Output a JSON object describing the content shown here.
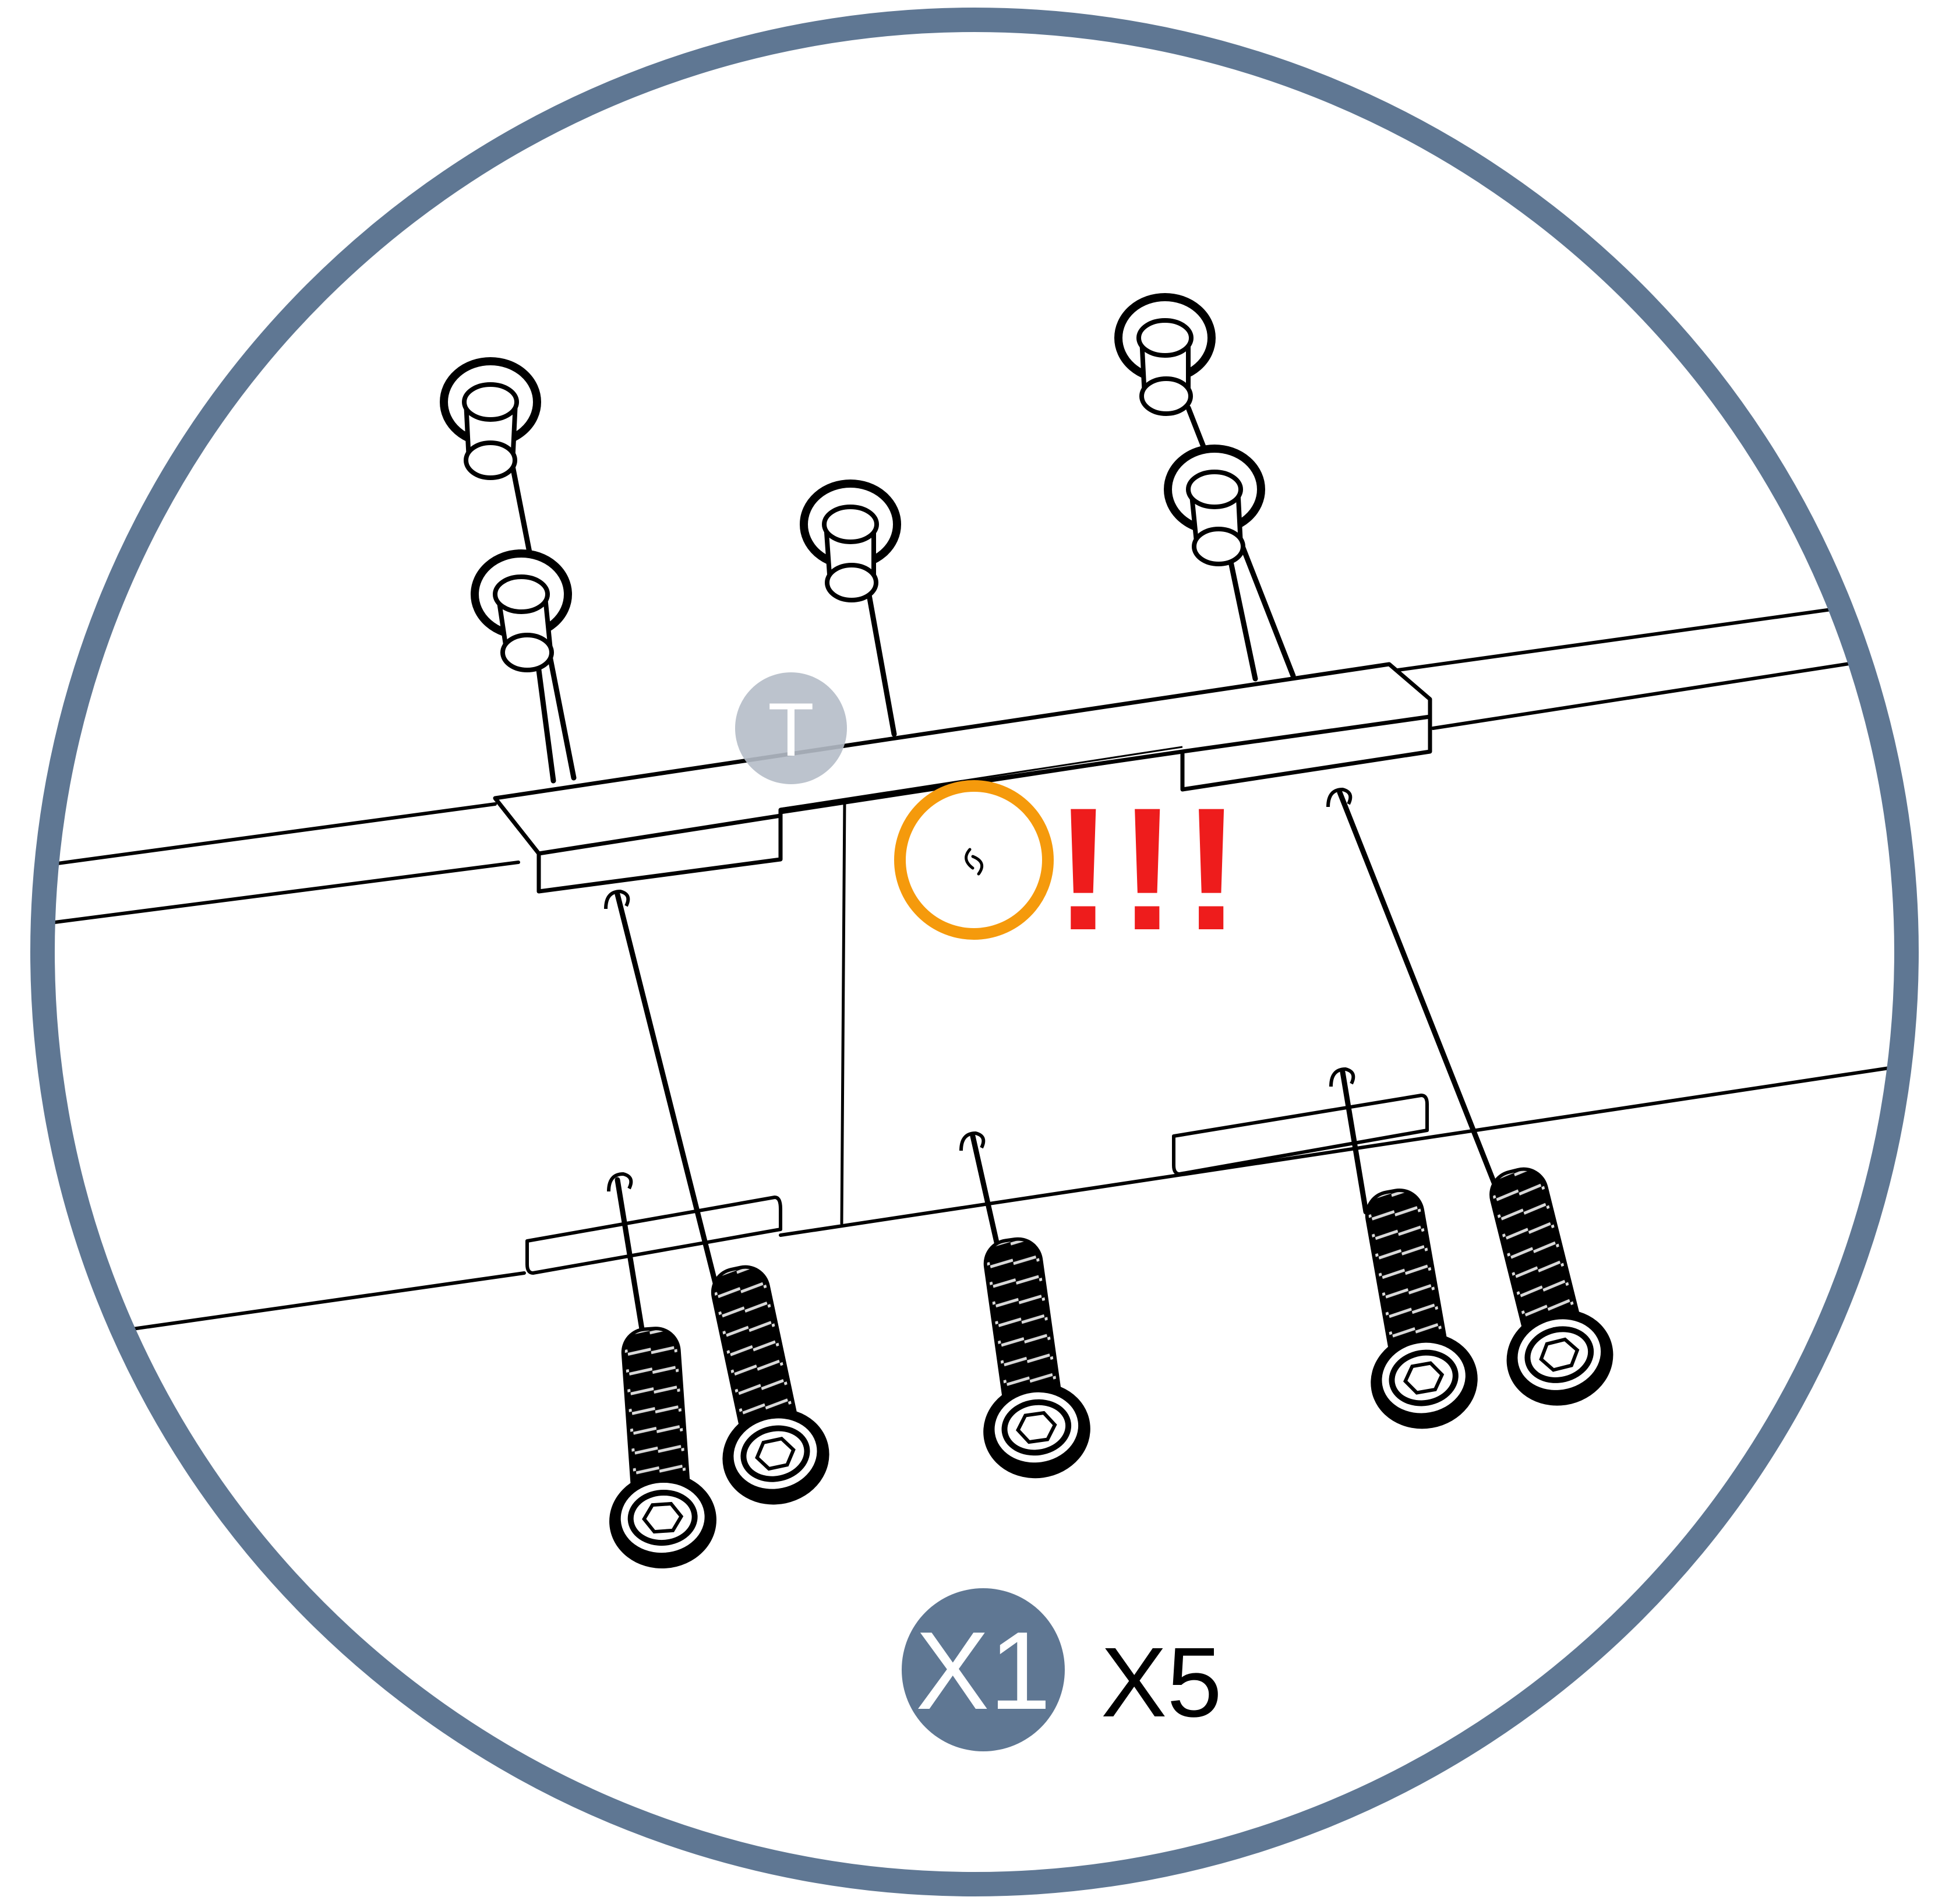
{
  "callouts": {
    "tool_letter": "T",
    "hardware_label": "X1",
    "hardware_quantity": "X5",
    "warning_text": "!!!"
  },
  "colors": {
    "frame_ring": "#5f7793",
    "tool_badge": "#b5bdc8",
    "hardware_badge": "#5f7793",
    "highlight_ring": "#f59a0c",
    "warning": "#ee1c1c"
  },
  "icons": {
    "highlight": "small-bolt-icon"
  }
}
